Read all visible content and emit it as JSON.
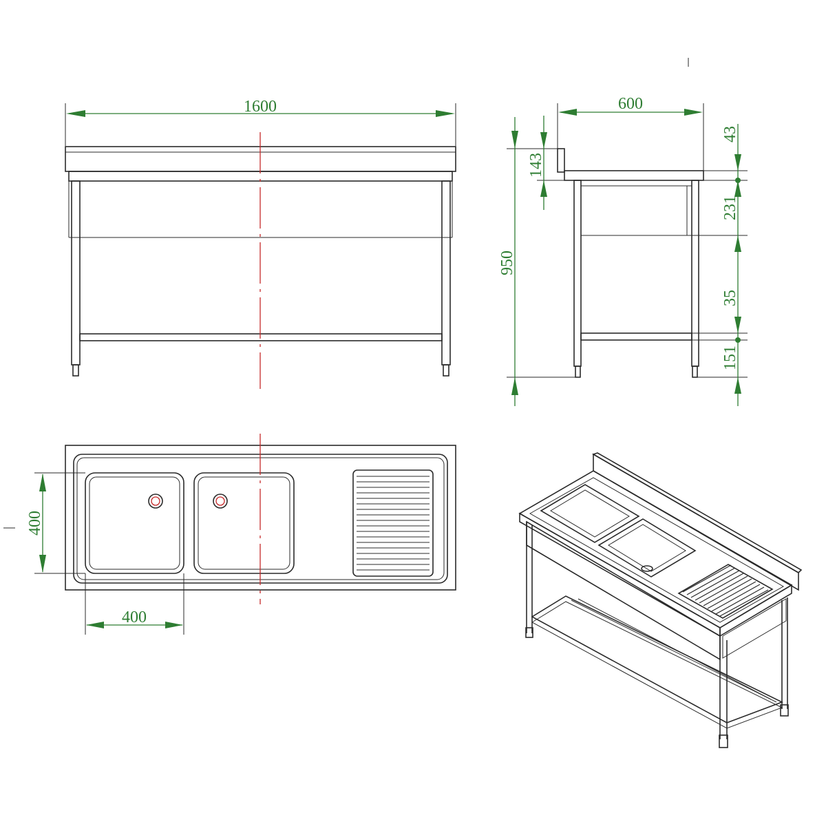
{
  "colors": {
    "line": "#2a2a2a",
    "dimension": "#2e7d32",
    "centerline": "#c62828",
    "background": "#ffffff"
  },
  "front_view": {
    "overall_width": "1600"
  },
  "side_view": {
    "depth": "600",
    "total_height": "950",
    "upstand_height": "143",
    "upstand_top": "43",
    "bowl_depth": "231",
    "shelf_thickness": "35",
    "shelf_height": "151"
  },
  "top_view": {
    "bowl_depth": "400",
    "bowl_width": "400"
  }
}
